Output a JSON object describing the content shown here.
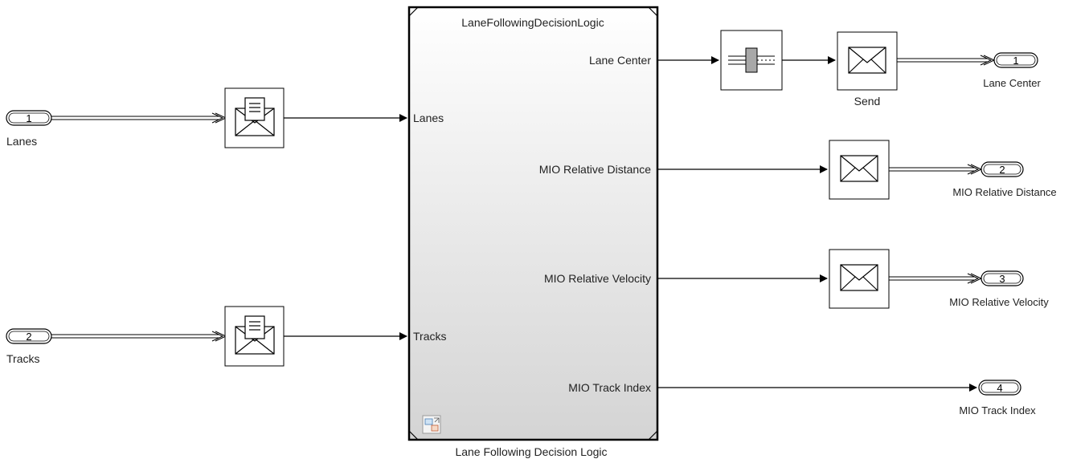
{
  "inports": [
    {
      "number": "1",
      "label": "Lanes"
    },
    {
      "number": "2",
      "label": "Tracks"
    }
  ],
  "outports": [
    {
      "number": "1",
      "label": "Lane Center"
    },
    {
      "number": "2",
      "label": "MIO Relative Distance"
    },
    {
      "number": "3",
      "label": "MIO Relative Velocity"
    },
    {
      "number": "4",
      "label": "MIO Track Index"
    }
  ],
  "subsystem": {
    "title": "LaneFollowingDecisionLogic",
    "caption": "Lane Following Decision Logic",
    "input_ports": [
      "Lanes",
      "Tracks"
    ],
    "output_ports": [
      "Lane Center",
      "MIO Relative Distance",
      "MIO Relative Velocity",
      "MIO Track Index"
    ]
  },
  "blocks": {
    "send_label": "Send"
  },
  "icons": {
    "receive": "envelope-letter-icon",
    "send": "envelope-icon",
    "queue": "queue-icon",
    "model_reference": "model-reference-icon"
  },
  "colors": {
    "line": "#000000",
    "subsystem_fill_top": "#ffffff",
    "subsystem_fill_bottom": "#d6d6d6",
    "queue_bar": "#a8a8a8"
  }
}
